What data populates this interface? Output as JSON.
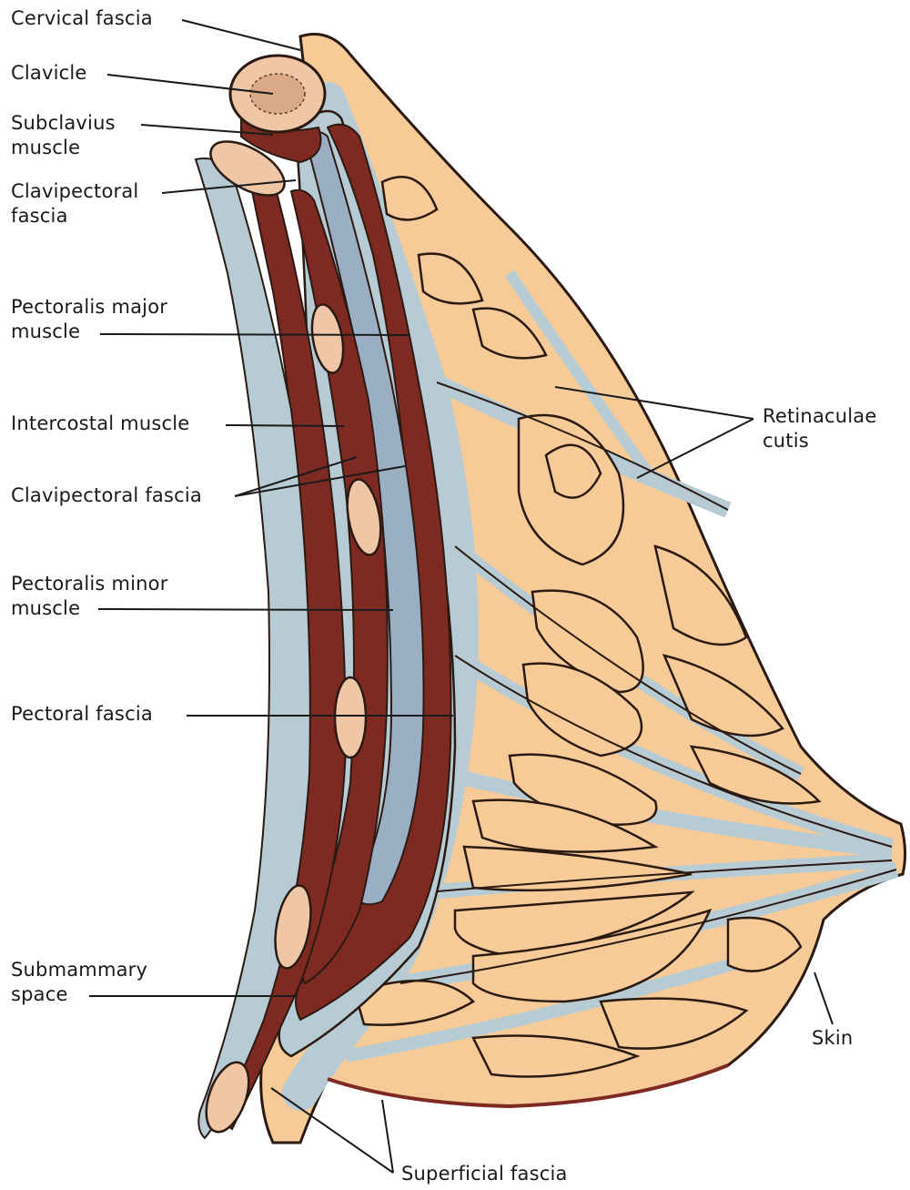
{
  "labels": {
    "cervical_fascia": "Cervical fascia",
    "clavicle": "Clavicle",
    "subclavius_1": "Subclavius",
    "subclavius_2": "muscle",
    "clavipectoral_upper_1": "Clavipectoral",
    "clavipectoral_upper_2": "fascia",
    "pectoralis_major_1": "Pectoralis major",
    "pectoralis_major_2": "muscle",
    "intercostal": "Intercostal muscle",
    "clavipectoral_lower": "Clavipectoral fascia",
    "pectoralis_minor_1": "Pectoralis minor",
    "pectoralis_minor_2": "muscle",
    "pectoral_fascia": "Pectoral fascia",
    "submammary_1": "Submammary",
    "submammary_2": "space",
    "retinaculae_1": "Retinaculae",
    "retinaculae_2": "cutis",
    "skin": "Skin",
    "superficial_fascia": "Superficial fascia"
  },
  "colors": {
    "fat": "#f6cb97",
    "fascia": "#b7cbd5",
    "fascia_dark": "#9aafc4",
    "muscle": "#7e2a22",
    "bone": "#efc6a6",
    "outline": "#2a1a12",
    "leader": "#1a1a1a"
  }
}
